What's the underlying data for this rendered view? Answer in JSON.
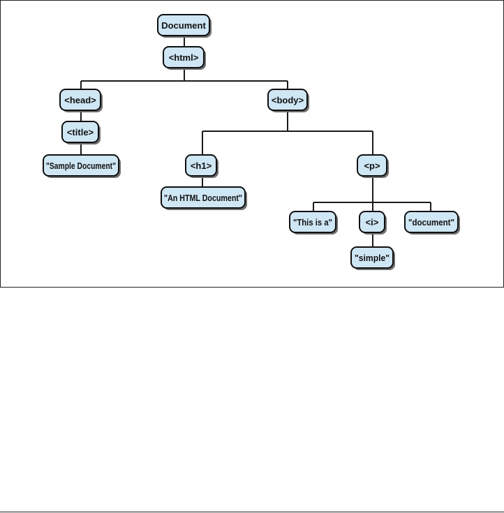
{
  "diagram": {
    "nodes": {
      "document": "Document",
      "html": "<html>",
      "head": "<head>",
      "body": "<body>",
      "title": "<title>",
      "sample_document": "\"Sample Document\"",
      "h1": "<h1>",
      "p": "<p>",
      "an_html_document": "\"An HTML Document\"",
      "this_is_a": "\"This is a\"",
      "i": "<i>",
      "document_text": "\"document\"",
      "simple": "\"simple\""
    },
    "edges": [
      [
        "document",
        "html"
      ],
      [
        "html",
        "head"
      ],
      [
        "html",
        "body"
      ],
      [
        "head",
        "title"
      ],
      [
        "title",
        "sample_document"
      ],
      [
        "body",
        "h1"
      ],
      [
        "body",
        "p"
      ],
      [
        "h1",
        "an_html_document"
      ],
      [
        "p",
        "this_is_a"
      ],
      [
        "p",
        "i"
      ],
      [
        "p",
        "document_text"
      ],
      [
        "i",
        "simple"
      ]
    ],
    "colors": {
      "node_fill": "#cfe6f4",
      "node_border": "#0f0f0f",
      "shadow": "#6f6f6f",
      "edge": "#1a1a1a"
    }
  }
}
